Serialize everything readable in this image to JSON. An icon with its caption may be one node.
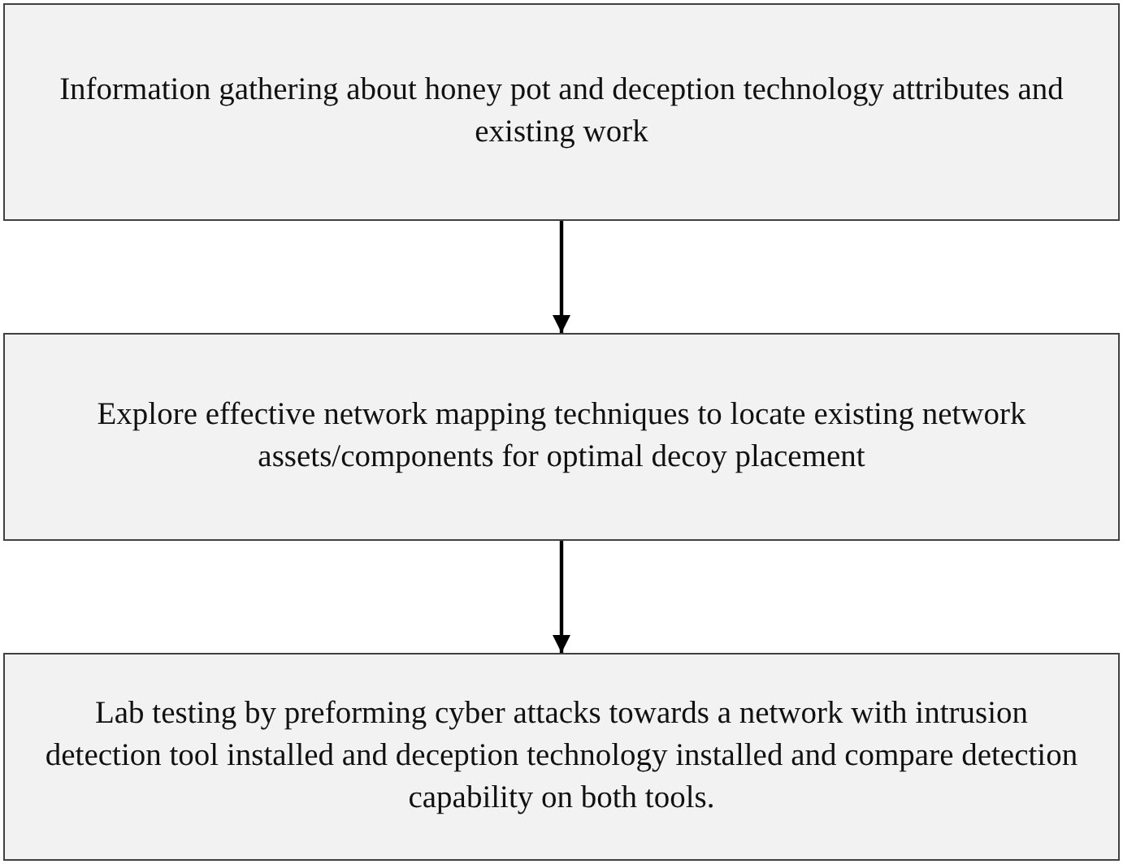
{
  "diagram": {
    "nodes": [
      {
        "text": [
          "Information gathering about honey pot and deception technology attributes and existing work"
        ]
      },
      {
        "text": [
          "Explore effective network mapping techniques to locate existing network assets/components for optimal decoy placement"
        ]
      },
      {
        "text": [
          "Lab testing by preforming cyber attacks towards a network with intrusion detection tool installed and deception technology installed and compare detection capability on both tools."
        ]
      }
    ],
    "edges": [
      {
        "from": 0,
        "to": 1,
        "arrow": "to"
      },
      {
        "from": 1,
        "to": 2,
        "arrow": "to"
      }
    ]
  }
}
